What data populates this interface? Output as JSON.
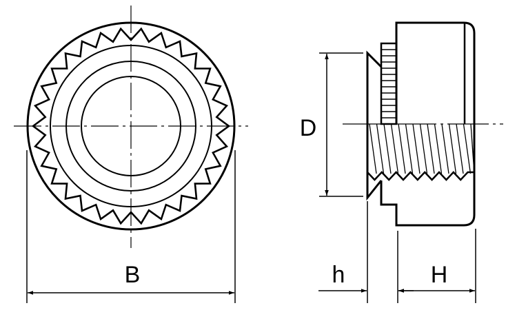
{
  "labels": {
    "outer_diameter": "B",
    "pilot_diameter": "D",
    "shank_length": "h",
    "head_height": "H"
  },
  "gear_teeth": 30,
  "colors": {
    "line": "#000000",
    "background": "#ffffff"
  }
}
